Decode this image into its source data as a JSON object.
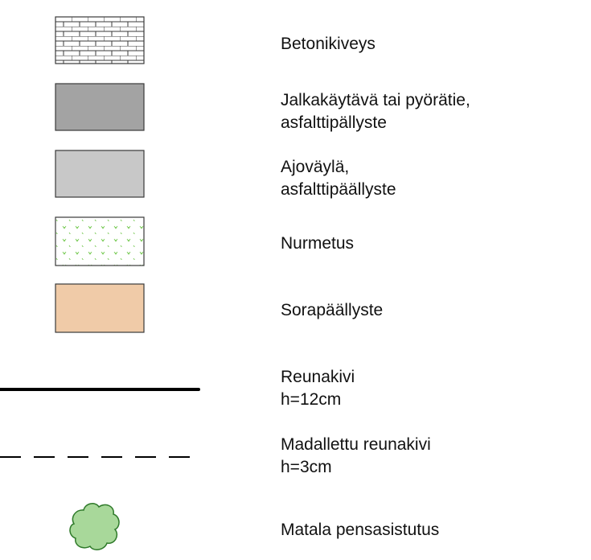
{
  "colors": {
    "outline": "#3a3a3a",
    "sidewalk_asphalt": "#a3a3a3",
    "roadway_asphalt": "#c8c8c8",
    "lawn_background": "#ffffff",
    "lawn_grass": "#7ccc5a",
    "gravel": "#f0cba8",
    "curb_line": "#000000",
    "shrub_fill": "#a8d89a",
    "shrub_outline": "#2f7a2a"
  },
  "legend": [
    {
      "id": "concrete-paving",
      "symbol": "brick-hatch-icon",
      "lines": [
        "Betonikiveys"
      ]
    },
    {
      "id": "asphalt-sidewalk",
      "symbol": "dark-gray-fill-icon",
      "lines": [
        "Jalkakäytävä tai pyörätie,",
        "asfalttipällyste"
      ]
    },
    {
      "id": "asphalt-roadway",
      "symbol": "light-gray-fill-icon",
      "lines": [
        "Ajoväylä,",
        "asfalttipäällyste"
      ]
    },
    {
      "id": "lawn",
      "symbol": "grass-pattern-icon",
      "lines": [
        "Nurmetus"
      ]
    },
    {
      "id": "gravel",
      "symbol": "beige-fill-icon",
      "lines": [
        "Sorapäällyste"
      ]
    },
    {
      "id": "curb",
      "symbol": "solid-line-icon",
      "lines": [
        "Reunakivi",
        "h=12cm"
      ]
    },
    {
      "id": "lowered-curb",
      "symbol": "dashed-line-icon",
      "lines": [
        "Madallettu reunakivi",
        "h=3cm"
      ]
    },
    {
      "id": "low-shrubs",
      "symbol": "shrub-icon",
      "lines": [
        "Matala pensasistutus"
      ]
    }
  ]
}
